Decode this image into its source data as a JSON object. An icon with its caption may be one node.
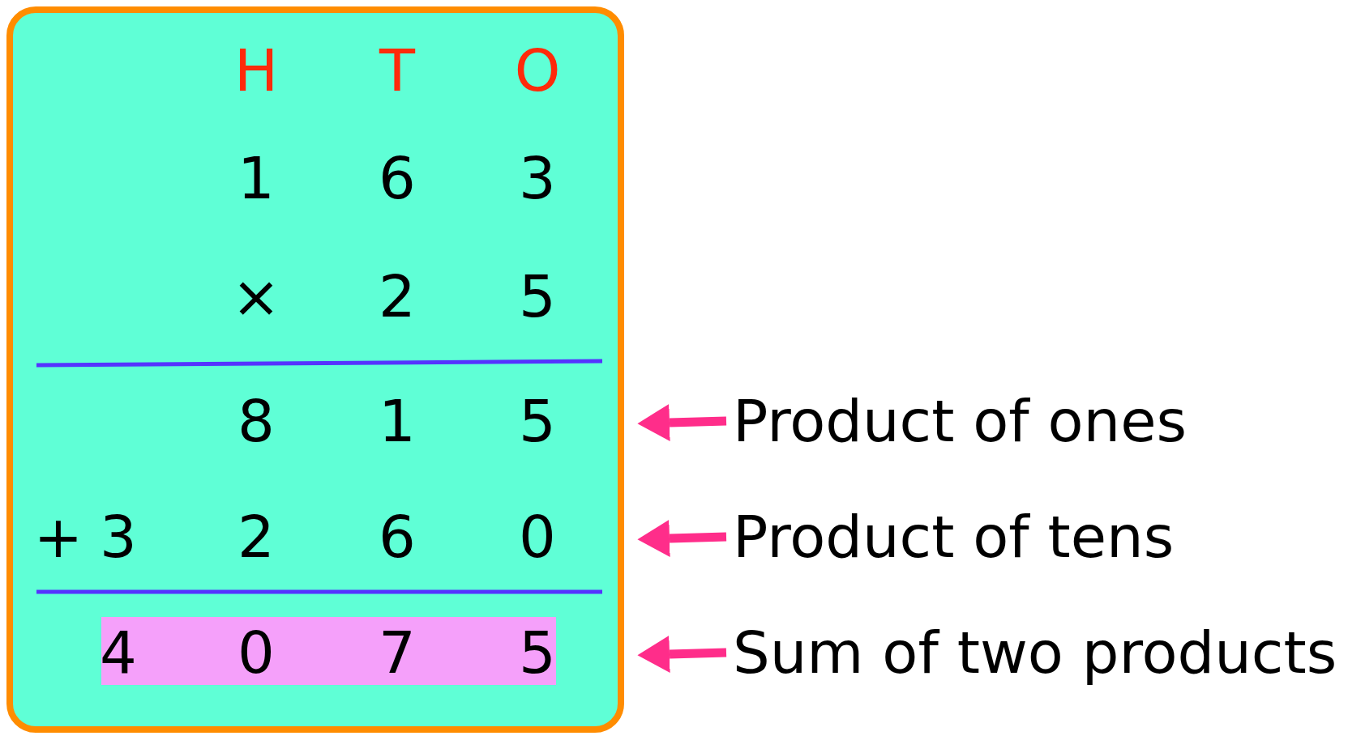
{
  "diagram": {
    "nodes": [
      {
        "text": [
          "Product of ones"
        ]
      },
      {
        "text": [
          "Product of tens"
        ]
      },
      {
        "text": [
          "Sum of two products"
        ]
      }
    ],
    "edges": [
      {
        "from": 0,
        "to": null,
        "arrow": "to"
      },
      {
        "from": 1,
        "to": null,
        "arrow": "to"
      },
      {
        "from": 2,
        "to": null,
        "arrow": "to"
      }
    ],
    "labels": [
      "H",
      "T",
      "O",
      "1",
      "6",
      "3",
      "×",
      "2",
      "5",
      "8",
      "1",
      "5",
      "+",
      "3",
      "2",
      "6",
      "0",
      "4",
      "0",
      "7",
      "5"
    ]
  }
}
